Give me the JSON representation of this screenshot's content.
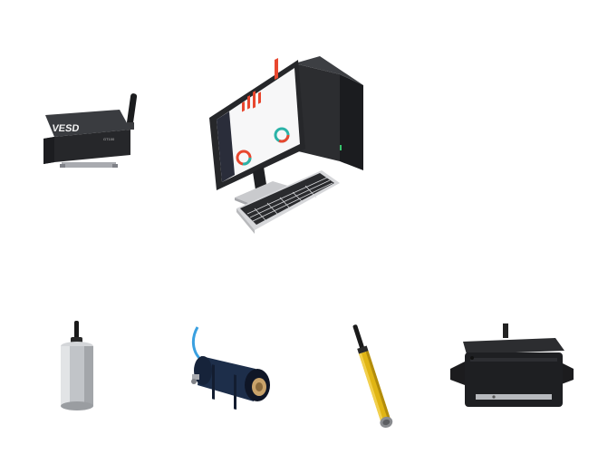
{
  "gateway": {
    "logo": "VESD",
    "model": "GT100"
  },
  "sensors": [
    {
      "name": "cylindrical-sensor"
    },
    {
      "name": "cable-sensor"
    },
    {
      "name": "probe-sensor"
    },
    {
      "name": "box-sensor"
    }
  ],
  "colors": {
    "device_dark": "#2b2d30",
    "dashboard_accent": "#e8472f",
    "dashboard_teal": "#2bb3a8",
    "probe_yellow": "#e0b514",
    "sensor_blue": "#1d2e4a",
    "cable_blue": "#3aa0e0"
  }
}
